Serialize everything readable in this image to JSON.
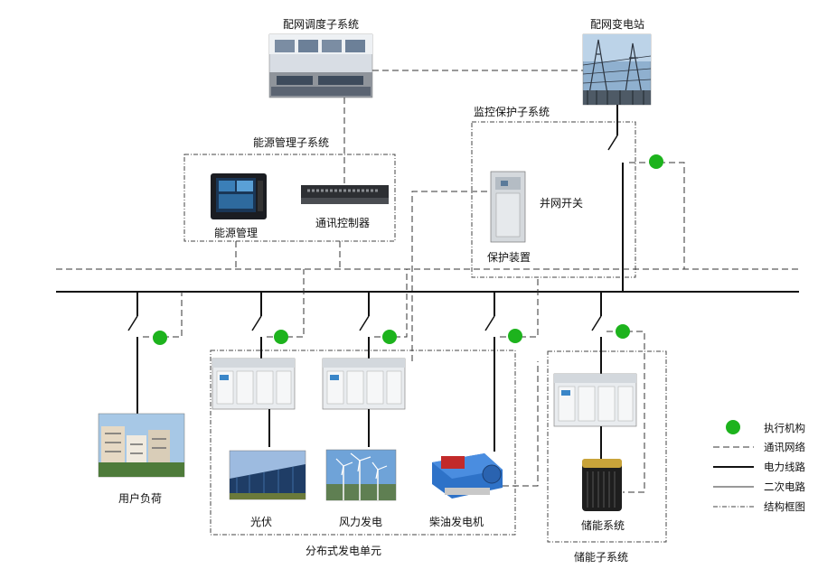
{
  "labels": {
    "dispatch": "配网调度子系统",
    "substation": "配网变电站",
    "monitor": "监控保护子系统",
    "energy_mgmt_sub": "能源管理子系统",
    "energy_mgmt": "能源管理",
    "comm_ctrl": "通讯控制器",
    "grid_switch": "并网开关",
    "protection": "保护装置",
    "user_load": "用户负荷",
    "pv": "光伏",
    "wind": "风力发电",
    "diesel": "柴油发电机",
    "dist_unit": "分布式发电单元",
    "storage": "储能系统",
    "storage_sub": "储能子系统"
  },
  "legend": [
    {
      "symbol": "circle",
      "label": "执行机构"
    },
    {
      "symbol": "dashed",
      "label": "通讯网络"
    },
    {
      "symbol": "thick",
      "label": "电力线路"
    },
    {
      "symbol": "thin",
      "label": "二次电路"
    },
    {
      "symbol": "dashdot",
      "label": "结构框图"
    }
  ],
  "colors": {
    "actuator": "#1db31d",
    "line": "#111111"
  }
}
